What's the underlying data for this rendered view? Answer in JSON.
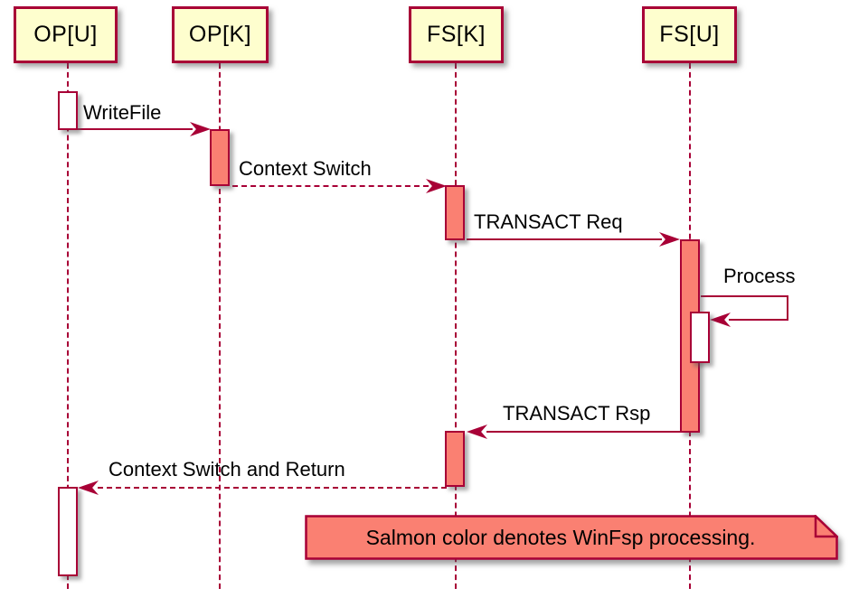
{
  "colors": {
    "accent": "#A80036",
    "salmon": "#FA8072",
    "participant_fill": "#FEFECE",
    "text": "#000000",
    "background": "#FFFFFF"
  },
  "participants": [
    {
      "label": "OP[U]"
    },
    {
      "label": "OP[K]"
    },
    {
      "label": "FS[K]"
    },
    {
      "label": "FS[U]"
    }
  ],
  "messages": [
    {
      "label": "WriteFile",
      "type": "solid",
      "from": "OP[U]",
      "to": "OP[K]"
    },
    {
      "label": "Context Switch",
      "type": "dashed",
      "from": "OP[K]",
      "to": "FS[K]"
    },
    {
      "label": "TRANSACT Req",
      "type": "solid",
      "from": "FS[K]",
      "to": "FS[U]"
    },
    {
      "label": "Process",
      "type": "self",
      "from": "FS[U]",
      "to": "FS[U]"
    },
    {
      "label": "TRANSACT Rsp",
      "type": "solid",
      "from": "FS[U]",
      "to": "FS[K]"
    },
    {
      "label": "Context Switch and Return",
      "type": "dashed",
      "from": "FS[K]",
      "to": "OP[U]"
    }
  ],
  "note": {
    "text": "Salmon color denotes WinFsp processing."
  }
}
